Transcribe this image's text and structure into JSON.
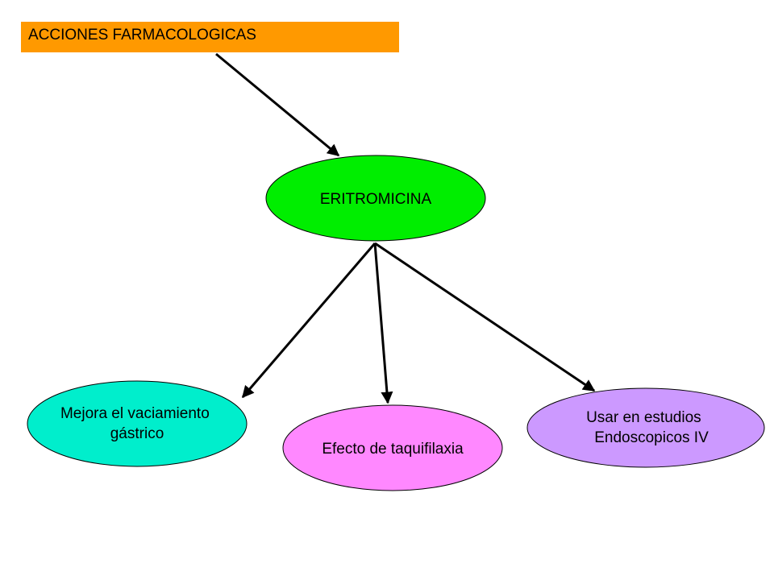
{
  "title": {
    "text": "ACCIONES FARMACOLOGICAS",
    "color": "#FF9900"
  },
  "center": {
    "text": "ERITROMICINA",
    "color": "#00EE00"
  },
  "outcomes": [
    {
      "lines": [
        "Mejora el vaciamiento",
        "gástrico"
      ],
      "color": "#00EECC"
    },
    {
      "lines": [
        "Efecto de taquifilaxia"
      ],
      "color": "#FF88FF"
    },
    {
      "lines": [
        "Usar en estudios",
        "Endoscopicos IV"
      ],
      "color": "#CC99FF"
    }
  ]
}
